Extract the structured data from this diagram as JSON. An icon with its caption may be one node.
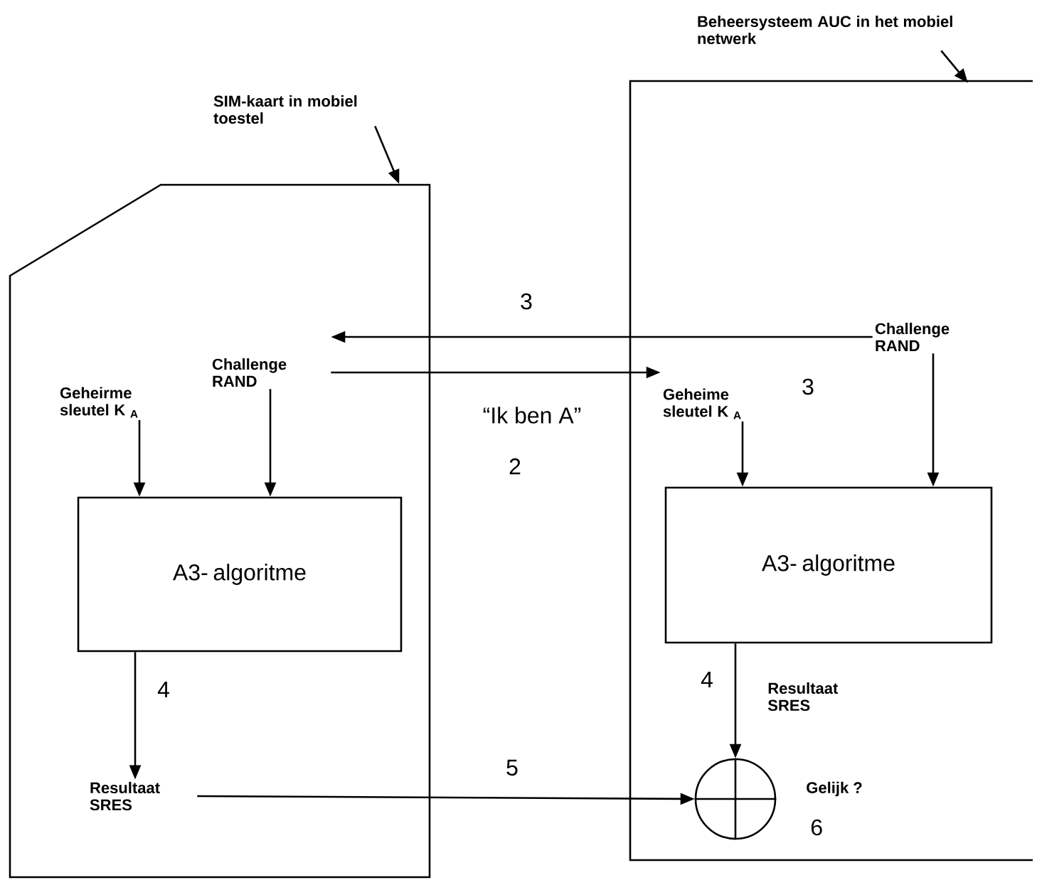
{
  "diagram": {
    "nodes": [
      {
        "text": [],
        "shape": "box"
      },
      {
        "text": [
          "SIM-kaart in mobiel toestel"
        ]
      },
      {
        "text": [],
        "shape": "box"
      },
      {
        "text": [
          "Beheersysteem AUC in het mobiel netwerk"
        ]
      },
      {
        "text": [
          "Geheirme sleutel K $_{A}$"
        ],
        "in": 0
      },
      {
        "text": [
          "Challenge RAND"
        ],
        "in": 0
      },
      {
        "text": [
          "A3- algoritme"
        ],
        "in": 0
      },
      {
        "text": [
          "Resultaat SRES"
        ],
        "in": 0
      },
      {
        "text": [
          "Geheime sleutel K $_{A}$"
        ],
        "in": 2
      },
      {
        "text": [
          "Challenge RAND"
        ],
        "in": 2
      },
      {
        "text": [
          "A3- algoritme"
        ],
        "in": 2
      },
      {
        "text": [],
        "shape": "circle",
        "in": 2,
        "beside": [
          "Gelijk ?",
          "6"
        ]
      }
    ],
    "edges": [
      {
        "from": 1,
        "to": 0,
        "arrow": "to"
      },
      {
        "from": 3,
        "to": 2,
        "arrow": "to"
      },
      {
        "from": 9,
        "to": 5,
        "arrow": "to",
        "label": "3"
      },
      {
        "from": 5,
        "to": 8,
        "arrow": "to",
        "label": "“Ik ben A”"
      },
      {
        "from": 4,
        "to": 6,
        "arrow": "to"
      },
      {
        "from": 5,
        "to": 6,
        "arrow": "to"
      },
      {
        "from": 8,
        "to": 10,
        "arrow": "to"
      },
      {
        "from": 9,
        "to": 10,
        "arrow": "to"
      },
      {
        "from": 6,
        "to": 7,
        "arrow": "to"
      },
      {
        "from": 10,
        "to": 11,
        "arrow": "to",
        "label": "Resultaat SRES"
      },
      {
        "from": 7,
        "to": 11,
        "arrow": "to",
        "label": "5"
      }
    ],
    "labels": [
      "3",
      "2",
      "4",
      "4"
    ]
  }
}
